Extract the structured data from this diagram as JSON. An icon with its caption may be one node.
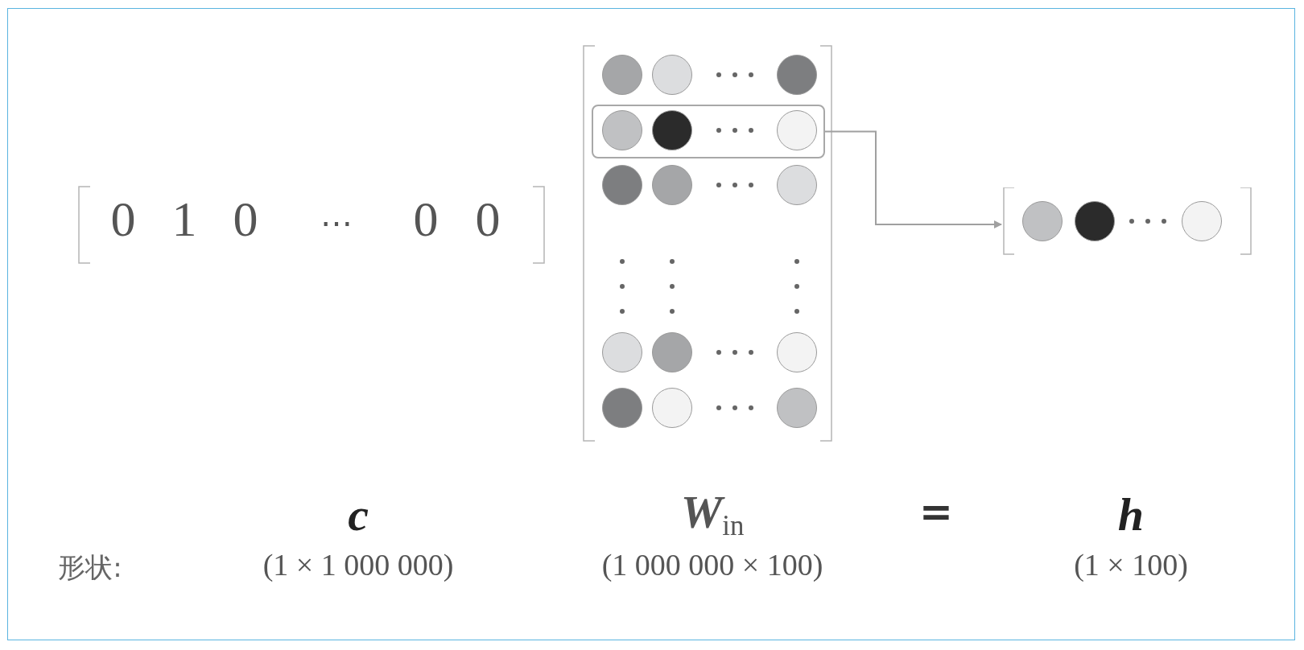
{
  "diagram": {
    "nodes": [
      {
        "text": [],
        "shape": "box"
      },
      {
        "text": [],
        "shape": "picture"
      }
    ],
    "edges": [
      {
        "from": 0,
        "to": 1,
        "arrow": "to",
        "color": "#a0a0a0"
      }
    ],
    "labels": [
      "0",
      "1",
      "0",
      "⋯",
      "0",
      "0",
      "c",
      "*W*$_{in}$",
      "=",
      "h",
      "形状:",
      "(1 × 1 000 000)",
      "(1 000 000 × 100)",
      "(1 × 100)"
    ]
  }
}
